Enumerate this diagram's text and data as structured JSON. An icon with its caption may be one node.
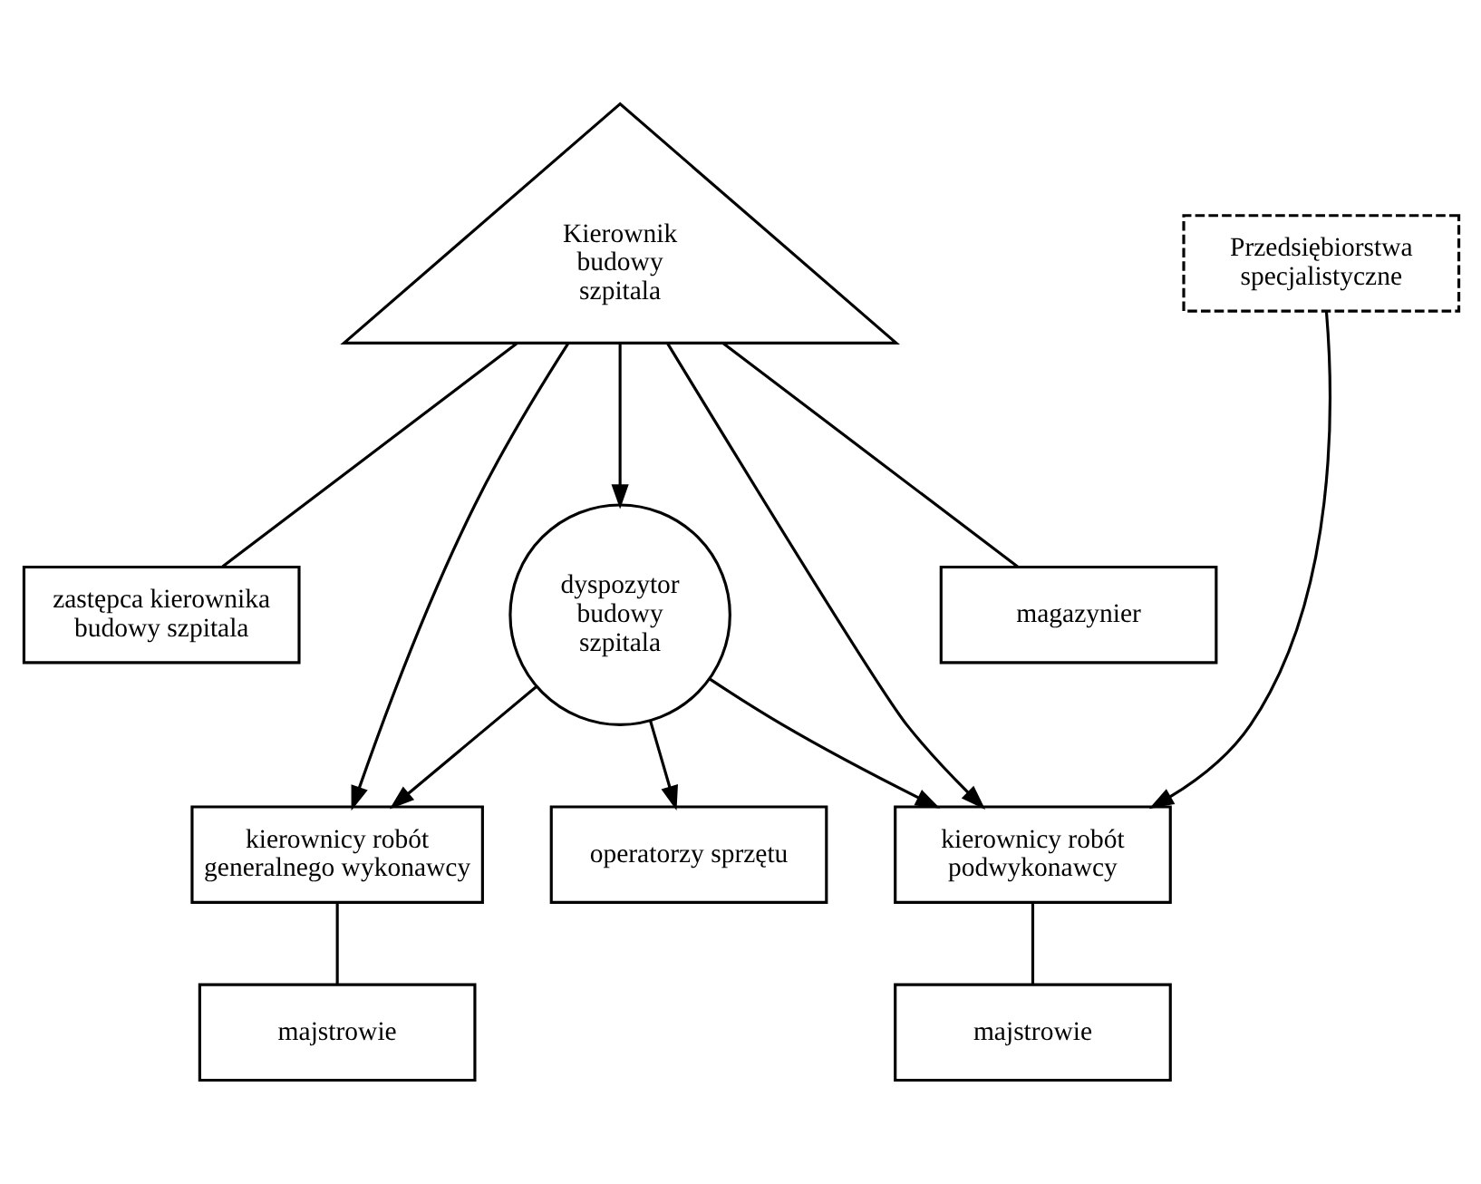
{
  "diagram": {
    "nodes": [
      {
        "text": [
          "Kierownik budowy szpitala"
        ]
      },
      {
        "text": [
          "Przedsiębiorstwa specjalistyczne"
        ]
      },
      {
        "text": [
          "zastępca kierownika budowy szpitala"
        ]
      },
      {
        "text": [
          "dyspozytor budowy szpitala"
        ]
      },
      {
        "text": [
          "magazynier"
        ]
      },
      {
        "text": [
          "kierownicy robót generalnego wykonawcy"
        ]
      },
      {
        "text": [
          "operatorzy sprzętu"
        ]
      },
      {
        "text": [
          "kierownicy robót podwykonawcy"
        ]
      },
      {
        "text": [
          "majstrowie"
        ]
      },
      {
        "text": [
          "majstrowie"
        ]
      }
    ],
    "edges": [
      {
        "from": 0,
        "to": 2,
        "arrow": "none"
      },
      {
        "from": 0,
        "to": 3,
        "arrow": "to"
      },
      {
        "from": 0,
        "to": 4,
        "arrow": "none"
      },
      {
        "from": 0,
        "to": 5,
        "arrow": "to"
      },
      {
        "from": 0,
        "to": 7,
        "arrow": "to"
      },
      {
        "from": 1,
        "to": 7,
        "arrow": "to"
      },
      {
        "from": 3,
        "to": 5,
        "arrow": "to"
      },
      {
        "from": 3,
        "to": 6,
        "arrow": "to"
      },
      {
        "from": 3,
        "to": 7,
        "arrow": "to"
      },
      {
        "from": 5,
        "to": 8,
        "arrow": "none"
      },
      {
        "from": 7,
        "to": 9,
        "arrow": "none"
      }
    ]
  }
}
